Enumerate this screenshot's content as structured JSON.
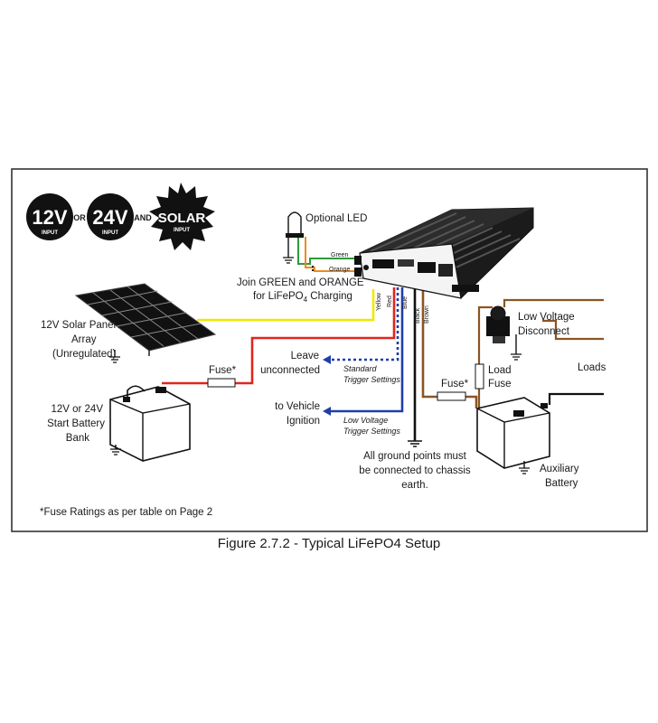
{
  "badges": {
    "b12v": {
      "big": "12V",
      "small": "INPUT"
    },
    "or": "OR",
    "b24v": {
      "big": "24V",
      "small": "INPUT"
    },
    "and": "AND",
    "solar": {
      "big": "SOLAR",
      "small": "INPUT"
    }
  },
  "labels": {
    "optional_led": "Optional LED",
    "green": "Green",
    "orange": "Orange",
    "join_line1": "Join GREEN and ORANGE",
    "join_line2": "for LiFePO",
    "join_sub": "4",
    "join_line2_end": " Charging",
    "yellow": "Yellow",
    "red": "Red",
    "blue": "Blue",
    "black": "Black",
    "brown": "Brown",
    "solar_line1": "12V Solar Panel",
    "solar_line2": "Array",
    "solar_line3": "(Unregulated)",
    "fuse_left": "Fuse*",
    "leave_line1": "Leave",
    "leave_line2": "unconnected",
    "standard_line1": "Standard",
    "standard_line2": "Trigger Settings",
    "start_line1": "12V or 24V",
    "start_line2": "Start Battery",
    "start_line3": "Bank",
    "vehicle_line1": "to Vehicle",
    "vehicle_line2": "Ignition",
    "lowv_trig_line1": "Low Voltage",
    "lowv_trig_line2": "Trigger Settings",
    "ground_line1": "All ground points must",
    "ground_line2": "be connected to chassis",
    "ground_line3": "earth.",
    "lvd_line1": "Low Voltage",
    "lvd_line2": "Disconnect",
    "load_fuse_line1": "Load",
    "load_fuse_line2": "Fuse",
    "loads": "Loads",
    "fuse_right": "Fuse*",
    "aux_line1": "Auxiliary",
    "aux_line2": "Battery",
    "footnote": "*Fuse Ratings as per table on Page 2"
  },
  "caption": "Figure 2.7.2 - Typical LiFePO4 Setup",
  "colors": {
    "yellow_wire": "#f2e600",
    "red_wire": "#e0261b",
    "blue_wire": "#1f3fa8",
    "black_wire": "#111111",
    "brown_wire": "#8a5524",
    "green_wire": "#2e9b3a",
    "orange_wire": "#f08a1c",
    "frame": "#333333"
  }
}
